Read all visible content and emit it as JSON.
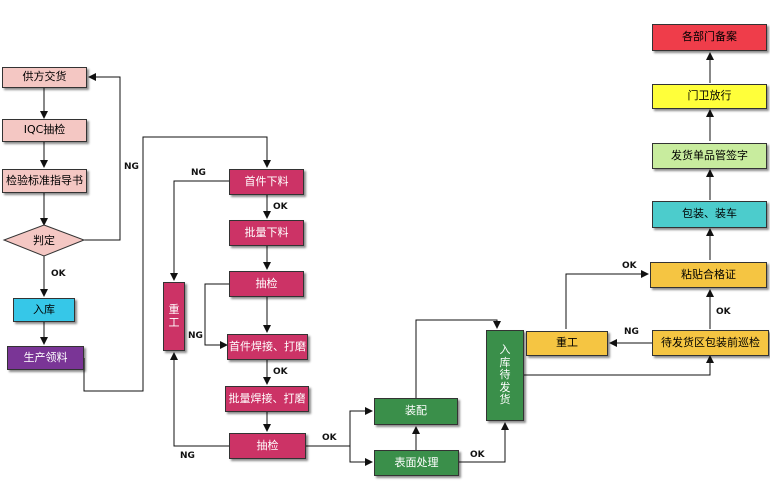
{
  "colors": {
    "pink_light": "#f4c7c3",
    "crimson": "#cc3366",
    "cyan": "#36c7e8",
    "purple": "#7a3596",
    "green": "#3a8f4a",
    "gold": "#f5c542",
    "yellow": "#ffff3a",
    "mint": "#c8ec9e",
    "teal": "#4ccccc",
    "red": "#ef3d4a"
  },
  "nodes": {
    "supplier_delivery": "供方交货",
    "iqc_inspection": "IQC抽检",
    "inspection_standard": "检验标准指导书",
    "judgement": "判定",
    "warehouse_in": "入库",
    "production_material": "生产领料",
    "first_piece_cutting": "首件下料",
    "batch_cutting": "批量下料",
    "inspection_1": "抽检",
    "first_piece_welding": "首件焊接、打磨",
    "batch_welding": "批量焊接、打磨",
    "inspection_2": "抽检",
    "rework_1": "重工",
    "assembly": "装配",
    "surface_treatment": "表面处理",
    "warehouse_pending": "入库待发货",
    "rework_2": "重工",
    "pre_ship_inspection": "待发货区包装前巡检",
    "label_certificate": "粘贴合格证",
    "pack_load": "包装、装车",
    "shipping_sign": "发货单品管签字",
    "guard_release": "门卫放行",
    "department_filing": "各部门备案"
  },
  "edge_labels": {
    "ng_judgement": "NG",
    "ok_judgement": "OK",
    "ng_first_cut": "NG",
    "ok_first_cut": "OK",
    "ng_inspection_1": "NG",
    "ok_first_weld": "OK",
    "ng_inspection_2": "NG",
    "ok_inspection_2": "OK",
    "ok_surface": "OK",
    "ng_pre_ship": "NG",
    "ok_pre_ship": "OK",
    "ok_rework_2": "OK"
  }
}
